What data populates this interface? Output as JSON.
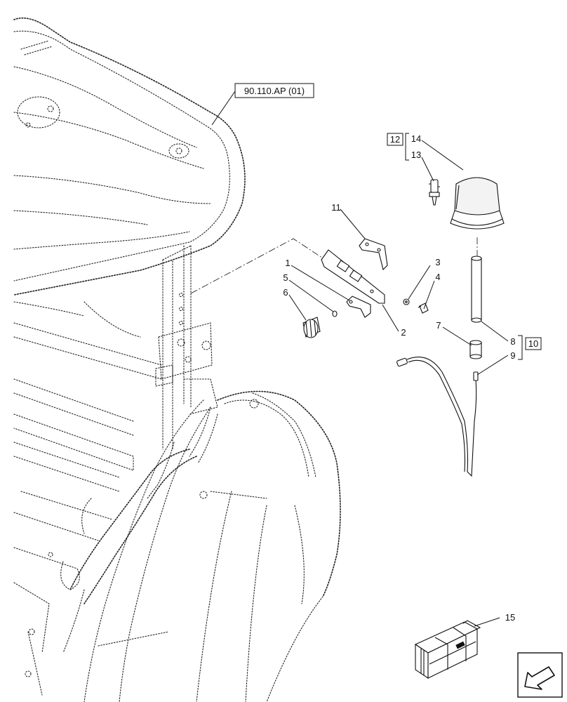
{
  "reference": {
    "label": "90.110.AP (01)"
  },
  "callouts": [
    {
      "id": "1",
      "label": "1"
    },
    {
      "id": "2",
      "label": "2"
    },
    {
      "id": "3",
      "label": "3"
    },
    {
      "id": "4",
      "label": "4"
    },
    {
      "id": "5",
      "label": "5"
    },
    {
      "id": "6",
      "label": "6"
    },
    {
      "id": "7",
      "label": "7"
    },
    {
      "id": "8",
      "label": "8"
    },
    {
      "id": "9",
      "label": "9"
    },
    {
      "id": "11",
      "label": "11"
    },
    {
      "id": "13",
      "label": "13"
    },
    {
      "id": "14",
      "label": "14"
    },
    {
      "id": "15",
      "label": "15"
    }
  ],
  "boxed_callouts": [
    {
      "id": "10",
      "label": "10"
    },
    {
      "id": "12",
      "label": "12"
    }
  ],
  "icons": {
    "kit_box": "kit-crate-icon",
    "direction": "direction-arrow-icon"
  }
}
